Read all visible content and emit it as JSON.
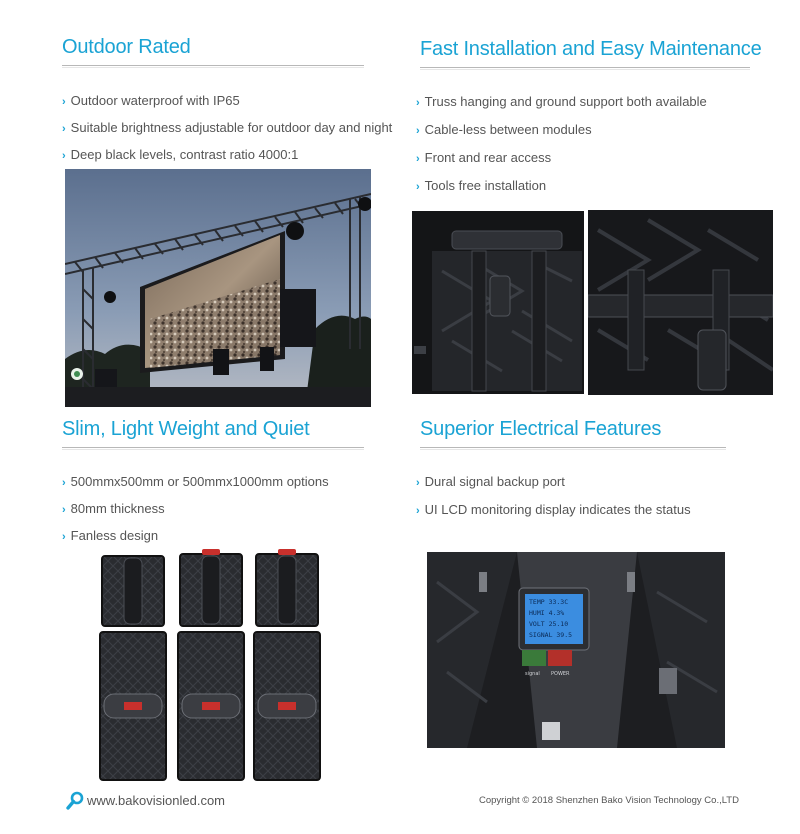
{
  "sections": {
    "outdoor": {
      "title": "Outdoor Rated",
      "bullets": [
        "Outdoor waterproof with IP65",
        "Suitable brightness adjustable for outdoor day and night",
        "Deep black levels, contrast ratio 4000:1"
      ]
    },
    "installation": {
      "title": "Fast Installation and Easy Maintenance",
      "bullets": [
        "Truss hanging and ground support both available",
        "Cable-less between modules",
        "Front and rear access",
        "Tools free installation"
      ]
    },
    "slim": {
      "title": "Slim, Light Weight and Quiet",
      "bullets": [
        "500mmx500mm or 500mmx1000mm options",
        "80mm thickness",
        "Fanless design"
      ]
    },
    "electrical": {
      "title": "Superior Electrical Features",
      "bullets": [
        "Dural signal backup port",
        "UI LCD monitoring display indicates the status"
      ]
    }
  },
  "lcd": {
    "lines": [
      "TEMP   33.3C",
      "HUMI    4.3%",
      "VOLT  25.10",
      "SIGNAL  39.5"
    ],
    "signal_label": "signal",
    "power_label": "POWER"
  },
  "footer": {
    "website": "www.bakovisionled.com",
    "copyright": "Copyright © 2018 Shenzhen Bako Vision Technology Co.,LTD"
  },
  "colors": {
    "accent": "#1aa3d4",
    "text": "#555555",
    "rule": "#b8b8b8"
  },
  "icons": {
    "bullet": "chevron-right-icon",
    "footer": "magnifier-icon"
  }
}
